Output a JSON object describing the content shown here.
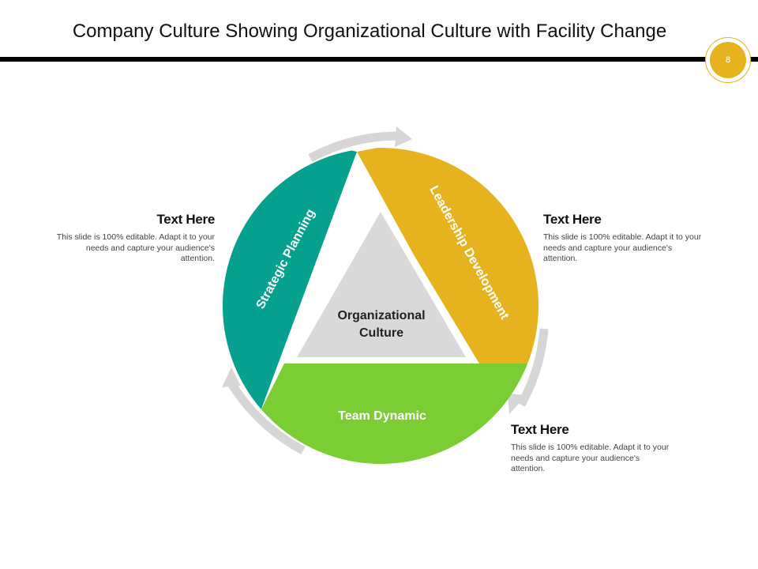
{
  "slide": {
    "title": "Company Culture Showing Organizational Culture with Facility Change",
    "page_number": "8"
  },
  "diagram": {
    "center_label_line1": "Organizational",
    "center_label_line2": "Culture",
    "segments": [
      {
        "label": "Strategic Planning",
        "color": "#06a08f"
      },
      {
        "label": "Leadership Development",
        "color": "#e6b31e"
      },
      {
        "label": "Team Dynamic",
        "color": "#7acd33"
      }
    ],
    "center_color": "#d9d9d9",
    "arrow_color": "#d6d6d6"
  },
  "callouts": {
    "left": {
      "heading": "Text Here",
      "body": "This slide is 100% editable. Adapt it to your needs and capture your audience's attention."
    },
    "right_top": {
      "heading": "Text Here",
      "body": "This slide is 100% editable. Adapt it to your needs and capture your audience's attention."
    },
    "right_bottom": {
      "heading": "Text Here",
      "body": "This slide is 100% editable. Adapt it to your needs and capture your audience's attention."
    }
  },
  "colors": {
    "accent": "#e6b31e",
    "rule": "#000000"
  }
}
